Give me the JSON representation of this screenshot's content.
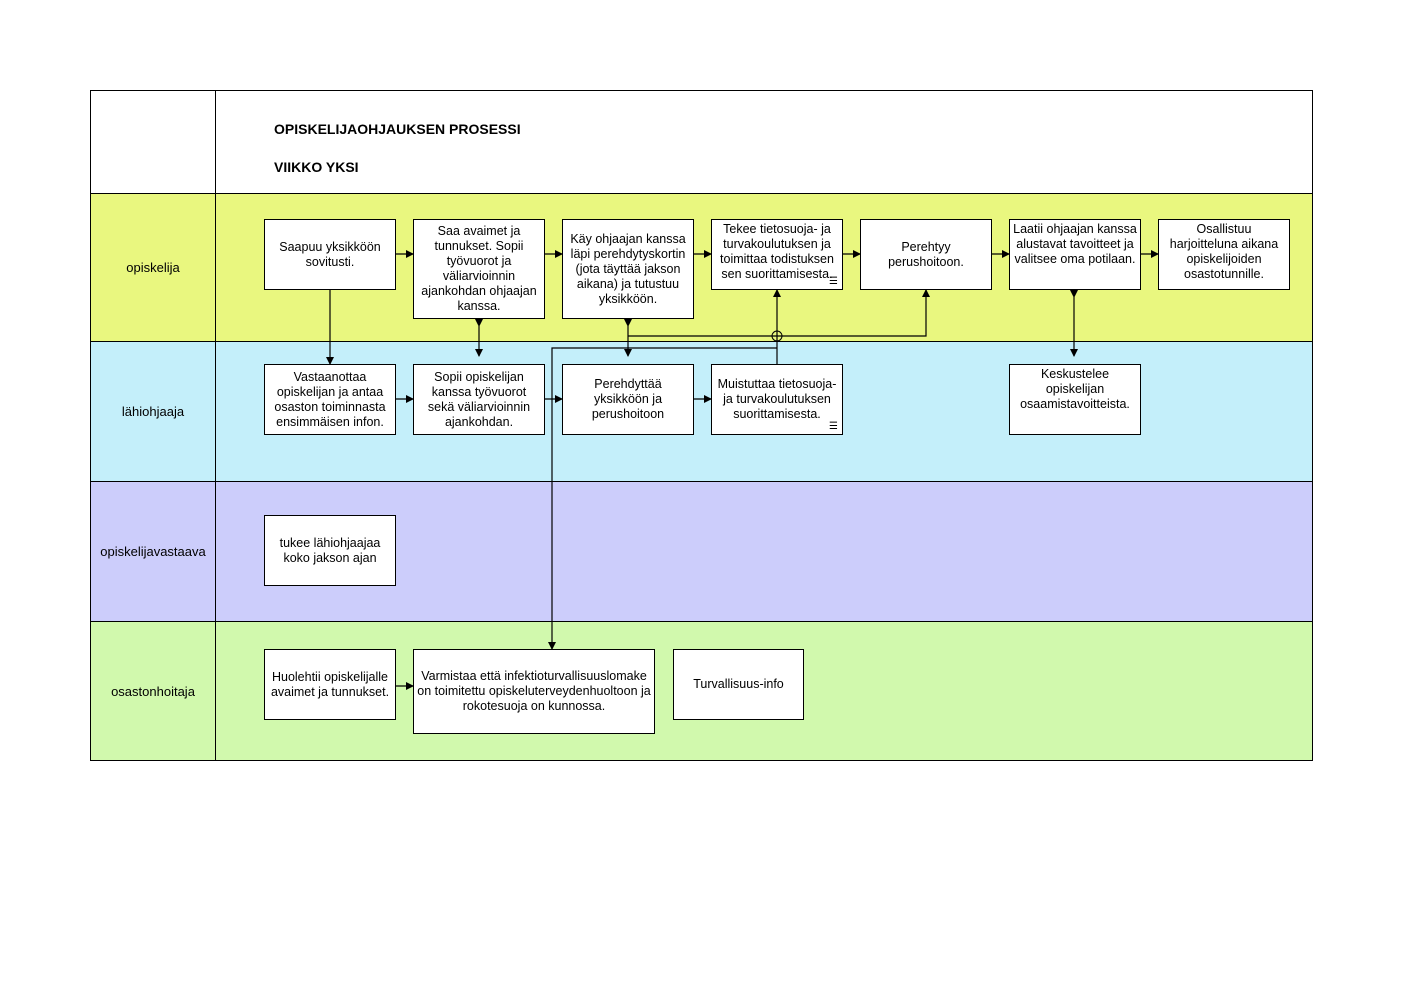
{
  "header": {
    "title": "OPISKELIJAOHJAUKSEN PROSESSI",
    "subtitle": "VIIKKO YKSI"
  },
  "lanes": {
    "opiskelija": {
      "label": "opiskelija",
      "color": "#e9f77f"
    },
    "lahiohjaaja": {
      "label": "lähiohjaaja",
      "color": "#c4effa"
    },
    "opiskelijavastaava": {
      "label": "opiskelijavastaava",
      "color": "#cccdfb"
    },
    "osastonhoitaja": {
      "label": "osastonhoitaja",
      "color": "#d1f9ad"
    }
  },
  "boxes": {
    "saapuu": "Saapuu yksikköön sovitusti.",
    "saa_avaimet": "Saa avaimet ja tunnukset. Sopii työvuorot ja väliarvioinnin ajankohdan ohjaajan kanssa.",
    "kay_ohjaajan": "Käy ohjaajan kanssa läpi perehdytyskortin (jota täyttää jakson aikana) ja tutustuu yksikköön.",
    "tekee_tietosuoja": "Tekee tietosuoja- ja turvakoulutuksen ja toimittaa todistuksen sen suorittamisesta.",
    "perehtyy": "Perehtyy perushoitoon.",
    "laatii": "Laatii ohjaajan kanssa alustavat tavoitteet ja valitsee oma potilaan.",
    "osallistuu": "Osallistuu harjoitteluna aikana opiskelijoiden osastotunnille.",
    "vastaanottaa": "Vastaanottaa opiskelijan ja antaa osaston toiminnasta ensimmäisen infon.",
    "sopii": "Sopii opiskelijan kanssa työvuorot sekä väliarvioinnin ajankohdan.",
    "perehdyttaa": "Perehdyttää yksikköön ja perushoitoon",
    "muistuttaa": "Muistuttaa tietosuoja- ja turvakoulutuksen suorittamisesta.",
    "keskustelee": "Keskustelee opiskelijan osaamistavoitteista.",
    "tukee": "tukee lähiohjaajaa koko jakson ajan",
    "huolehtii": "Huolehtii opiskelijalle avaimet ja tunnukset.",
    "varmistaa": "Varmistaa että infektioturvallisuuslomake on toimitettu opiskeluterveydenhuoltoon ja rokotesuoja on kunnossa.",
    "turvallisuus": "Turvallisuus-info"
  },
  "icons": {
    "document": "document-icon"
  }
}
